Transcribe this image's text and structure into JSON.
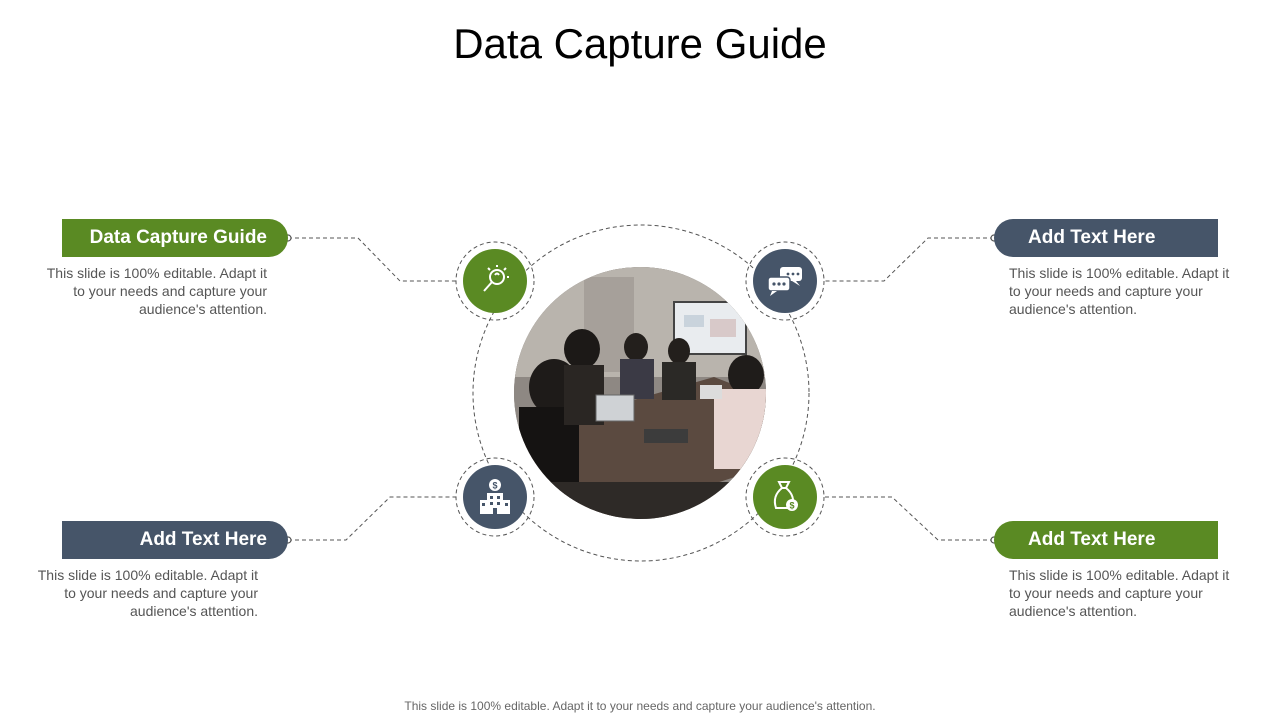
{
  "title": "Data Capture Guide",
  "items": [
    {
      "label": "Data Capture Guide",
      "desc": "This slide is 100% editable.  Adapt it to your needs and capture your audience's attention.",
      "color": "#5a8a23",
      "icon": "lightbulb-magnifier-icon"
    },
    {
      "label": "Add Text Here",
      "desc": "This slide is 100% editable.  Adapt it to your needs and capture your audience's attention.",
      "color": "#465569",
      "icon": "chat-bubbles-icon"
    },
    {
      "label": "Add Text Here",
      "desc": "This slide is 100% editable.  Adapt it to your needs and capture your audience's attention.",
      "color": "#465569",
      "icon": "bank-building-dollar-icon"
    },
    {
      "label": "Add Text Here",
      "desc": "This slide is 100% editable.  Adapt it to your needs and capture your audience's attention.",
      "color": "#5a8a23",
      "icon": "money-bag-tag-icon"
    }
  ],
  "footer": "This slide is 100% editable. Adapt it to your needs and capture your audience's attention.",
  "photo": "business-meeting-photo"
}
